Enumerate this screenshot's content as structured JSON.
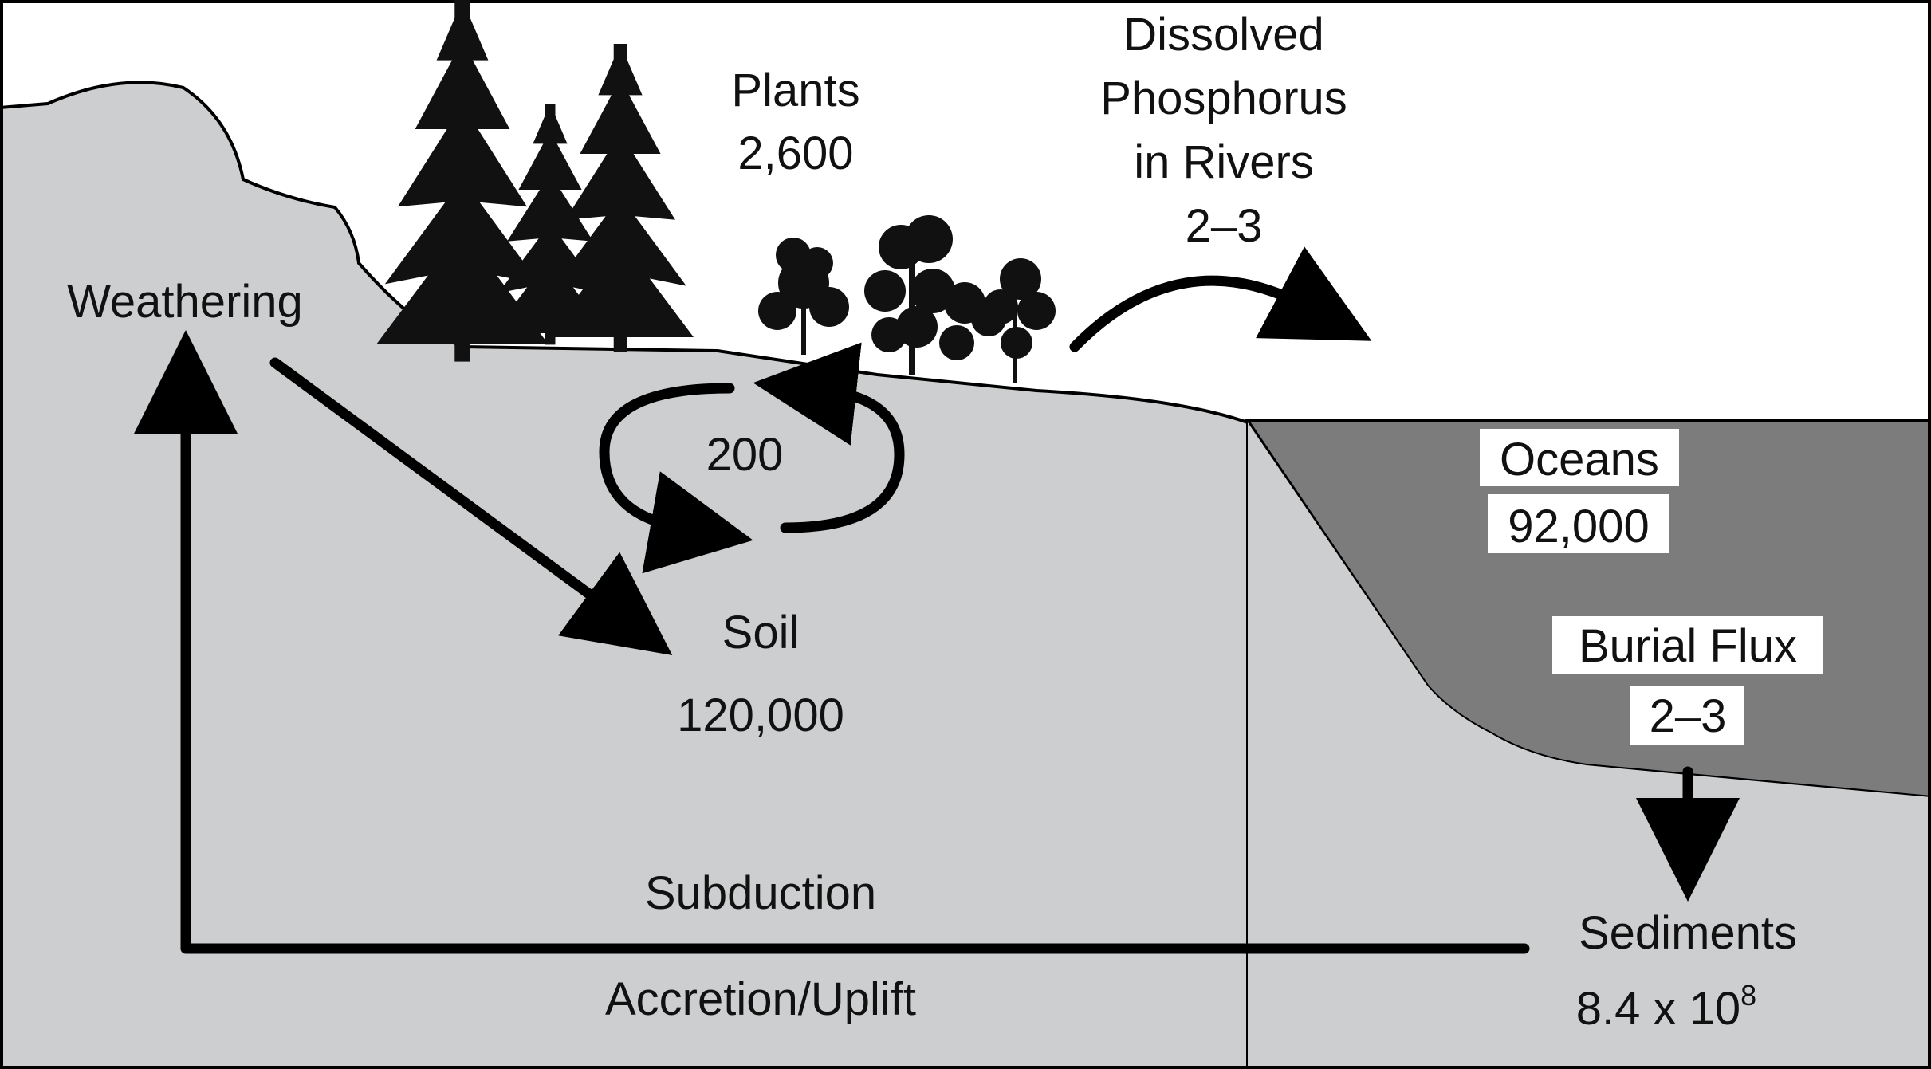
{
  "colors": {
    "land": "#cdcecf",
    "ocean": "#7c7c7c",
    "outline": "#000000",
    "vegetation": "#111111",
    "label_box": "#ffffff"
  },
  "labels": {
    "weathering": "Weathering",
    "plants_name": "Plants",
    "plants_value": "2,600",
    "river_line1": "Dissolved",
    "river_line2": "Phosphorus",
    "river_line3": "in Rivers",
    "river_value": "2–3",
    "cycle_value": "200",
    "soil_name": "Soil",
    "soil_value": "120,000",
    "oceans_name": "Oceans",
    "oceans_value": "92,000",
    "burial_name": "Burial Flux",
    "burial_value": "2–3",
    "subduction": "Subduction",
    "accretion": "Accretion/Uplift",
    "sediments_name": "Sediments",
    "sediments_base": "8.4 x 10",
    "sediments_exp": "8"
  },
  "icons": [
    "conifer-tree-icon",
    "shrub-icon",
    "flow-arrow-icon"
  ]
}
